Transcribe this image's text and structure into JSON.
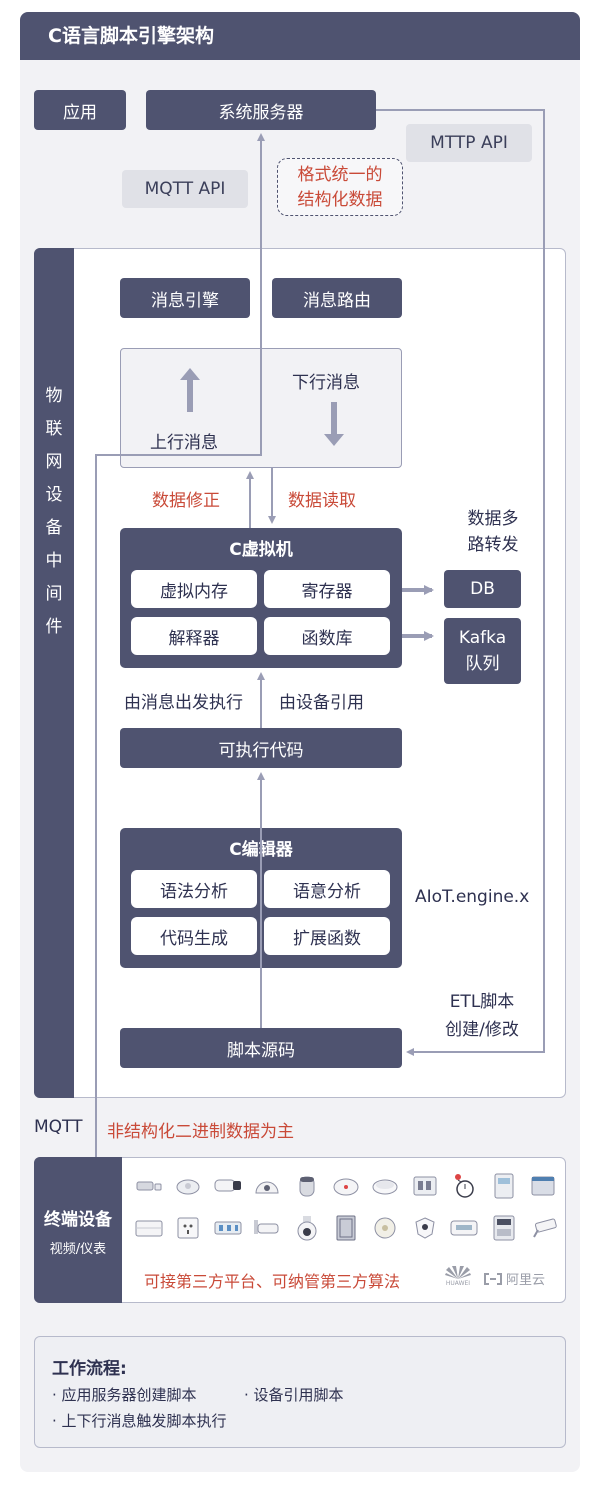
{
  "title": "C语言脚本引擎架构",
  "top": {
    "app": "应用",
    "system_server": "系统服务器",
    "mttp_api": "MTTP API",
    "mqtt_api": "MQTT API",
    "format_note_line1": "格式统一的",
    "format_note_line2": "结构化数据"
  },
  "middleware": {
    "side_label": [
      "物",
      "联",
      "网",
      "设",
      "备",
      "中",
      "间",
      "件"
    ],
    "message_engine": "消息引擎",
    "message_routing": "消息路由",
    "uplink": "上行消息",
    "downlink": "下行消息",
    "data_fix": "数据修正",
    "data_read": "数据读取",
    "vm": {
      "title": "C虚拟机",
      "items": [
        "虚拟内存",
        "寄存器",
        "解释器",
        "函数库"
      ]
    },
    "multi_route_line1": "数据多",
    "multi_route_line2": "路转发",
    "db": "DB",
    "kafka_line1": "Kafka",
    "kafka_line2": "队列",
    "trigger_msg": "由消息出发执行",
    "trigger_dev": "由设备引用",
    "exec_code": "可执行代码",
    "compiler": {
      "title": "C编辑器",
      "items": [
        "语法分析",
        "语意分析",
        "代码生成",
        "扩展函数"
      ]
    },
    "engine_name": "AIoT.engine.x",
    "etl_line1": "ETL脚本",
    "etl_line2": "创建/修改",
    "script_source": "脚本源码"
  },
  "mqtt": "MQTT",
  "unstructured": "非结构化二进制数据为主",
  "devices": {
    "label": "终端设备",
    "sublabel": "视频/仪表",
    "icons_row1": [
      "door-sensor-icon",
      "smoke-detector-icon",
      "bullet-camera-icon",
      "dome-camera-icon",
      "smart-speaker-icon",
      "smoke-alarm-icon",
      "round-sensor-icon",
      "power-switch-icon",
      "pressure-gauge-icon",
      "electric-meter-icon",
      "weather-station-icon"
    ],
    "icons_row2": [
      "panel-sensor-icon",
      "wall-socket-icon",
      "din-breaker-icon",
      "mounted-camera-icon",
      "ptz-camera-icon",
      "control-cabinet-icon",
      "ceiling-sensor-icon",
      "shield-sensor-icon",
      "water-meter-icon",
      "din-meter-icon",
      "cctv-camera-icon"
    ],
    "third_party": "可接第三方平台、可纳管第三方算法",
    "huawei": "HUAWEI",
    "aliyun": "阿里云"
  },
  "workflow": {
    "title": "工作流程:",
    "line1a": "· 应用服务器创建脚本",
    "line1b": "· 设备引用脚本",
    "line2": "· 上下行消息触发脚本执行"
  },
  "colors": {
    "dark": "#4f5370",
    "light": "#e0e1e7",
    "accent_red": "#c94a38",
    "line": "#9a9db5"
  }
}
